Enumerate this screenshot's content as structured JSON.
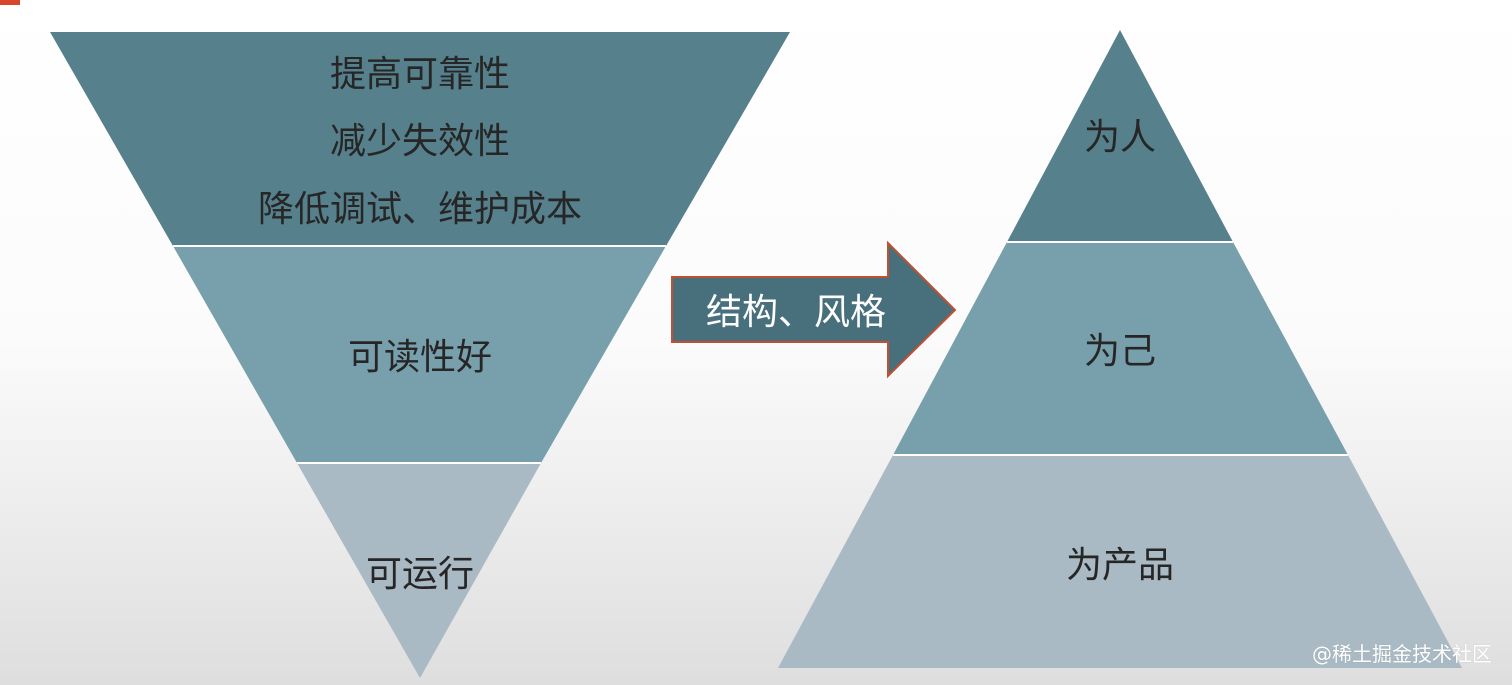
{
  "colors": {
    "tier_dark": "#55808c",
    "tier_mid": "#78a0ac",
    "tier_light": "#a9bac4",
    "arrow_fill": "#47707c",
    "arrow_border": "#c05030",
    "text_dark": "#262626",
    "text_light": "#ffffff",
    "watermark": "#ffffff"
  },
  "funnel": {
    "top_lines": [
      "提高可靠性",
      "减少失效性",
      "降低调试、维护成本"
    ],
    "middle": "可读性好",
    "bottom": "可运行"
  },
  "arrow": {
    "label": "结构、风格"
  },
  "pyramid": {
    "top": "为人",
    "middle": "为己",
    "bottom": "为产品"
  },
  "watermark": "@稀土掘金技术社区"
}
